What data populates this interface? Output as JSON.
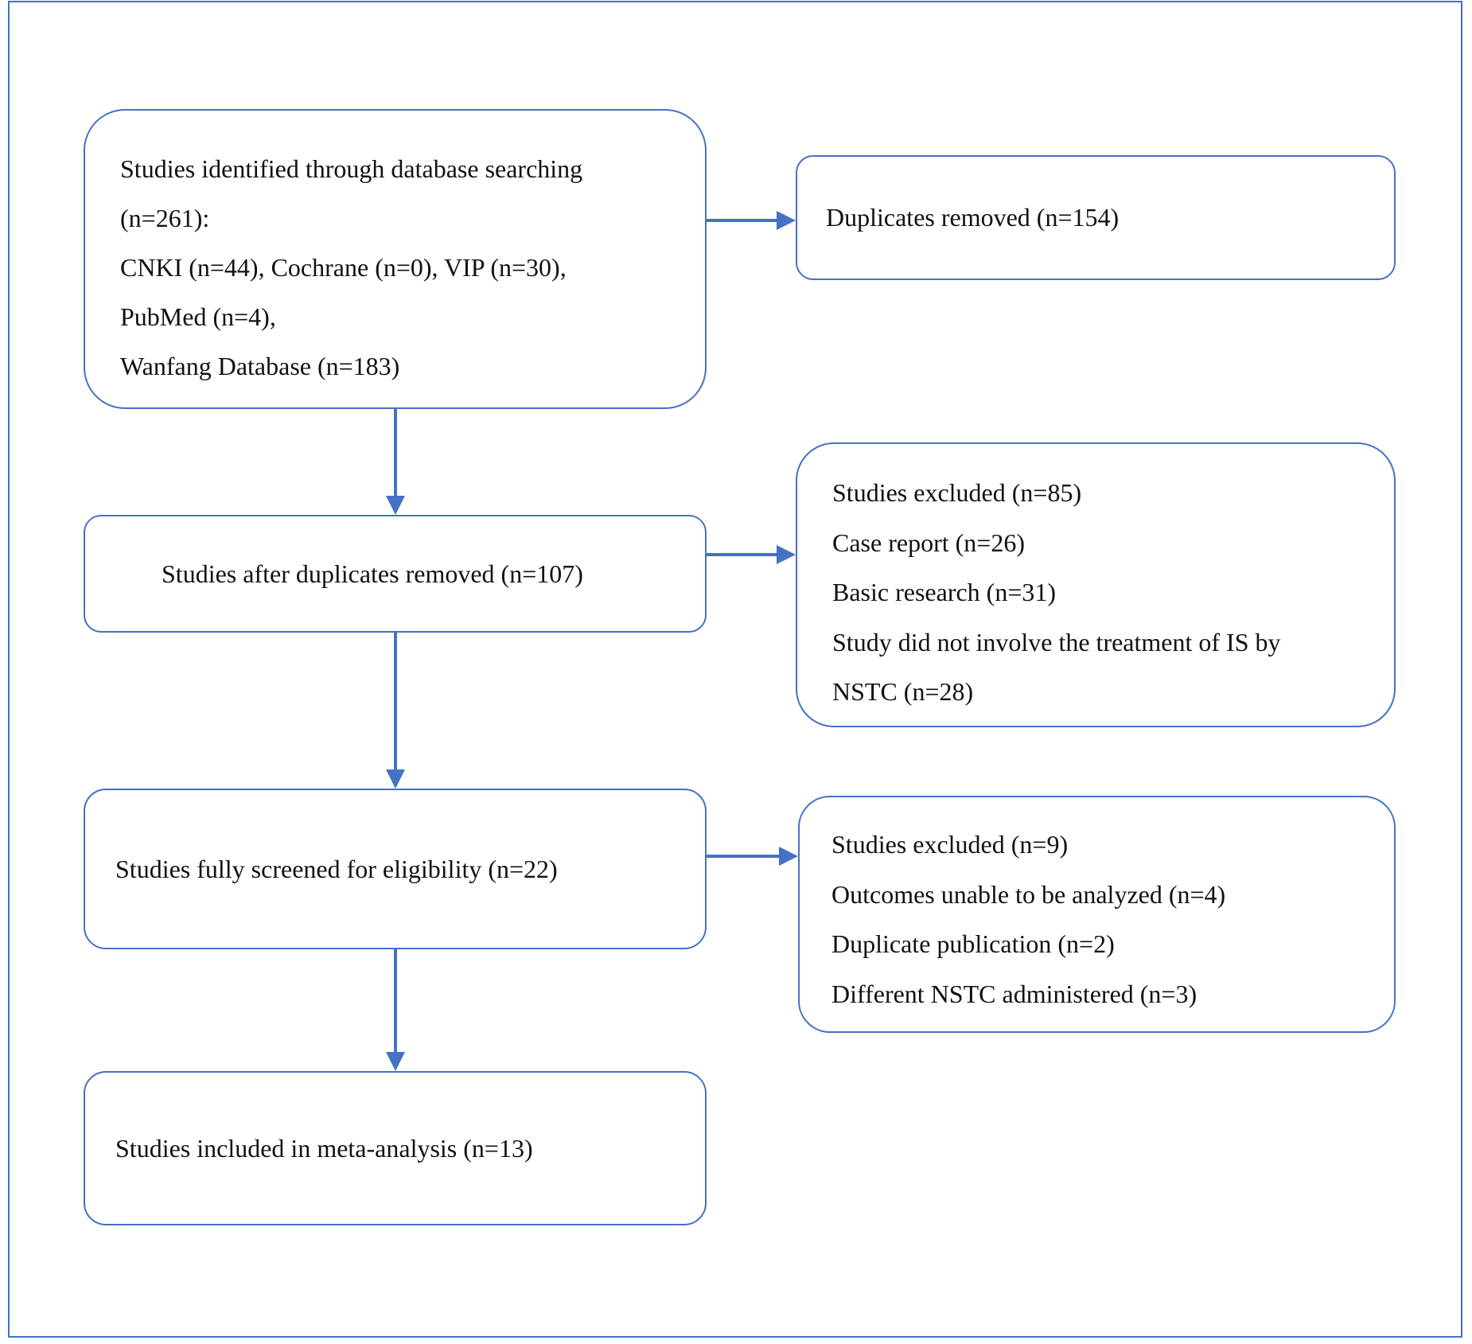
{
  "flowchart": {
    "identified": {
      "lines": [
        "Studies identified through database searching",
        "(n=261):",
        "CNKI (n=44), Cochrane (n=0), VIP (n=30),",
        "PubMed (n=4),",
        "Wanfang Database (n=183)"
      ]
    },
    "duplicates_removed": {
      "label": "Duplicates removed (n=154)"
    },
    "after_duplicates": {
      "label": "Studies after duplicates removed (n=107)"
    },
    "excluded_first": {
      "lines": [
        "Studies excluded (n=85)",
        "Case report (n=26)",
        "Basic research (n=31)",
        "Study did not involve the treatment of IS by",
        "NSTC (n=28)"
      ]
    },
    "screened": {
      "label": "Studies fully screened for eligibility (n=22)"
    },
    "excluded_second": {
      "lines": [
        "Studies excluded (n=9)",
        "Outcomes unable to be analyzed (n=4)",
        "Duplicate publication (n=2)",
        "Different NSTC administered (n=3)"
      ]
    },
    "included": {
      "label": "Studies included in meta-analysis (n=13)"
    }
  },
  "colors": {
    "accent": "#4472c4",
    "text": "#111111",
    "background": "#ffffff"
  }
}
